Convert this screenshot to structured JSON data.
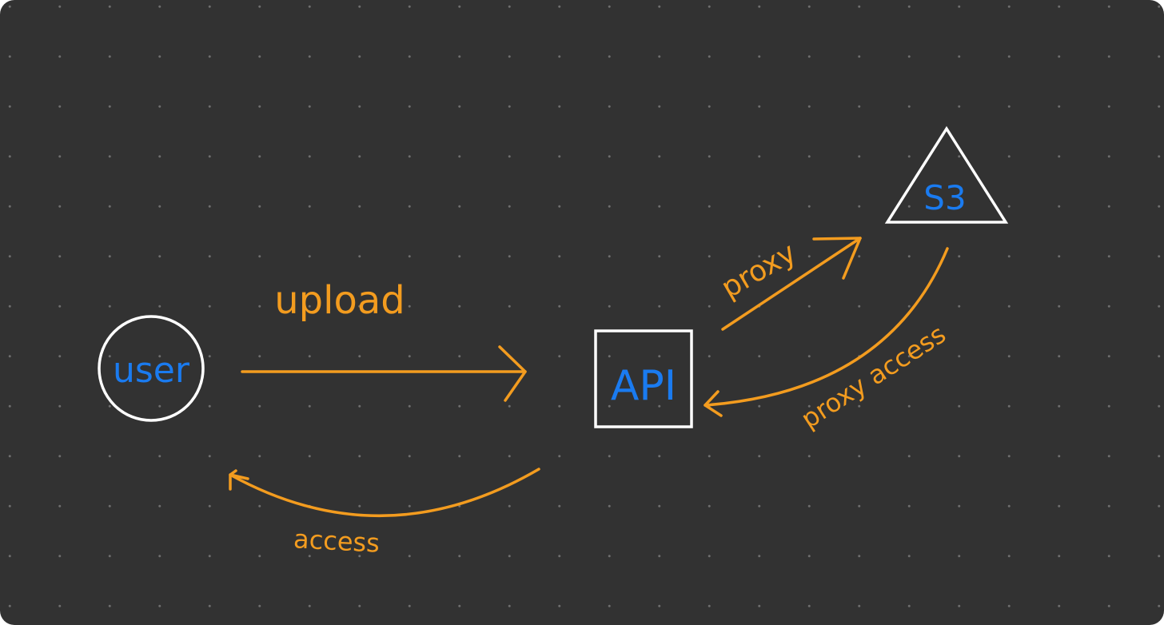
{
  "colors": {
    "background": "#323232",
    "grid_dot": "#6f6f6f",
    "shape_stroke": "#ffffff",
    "node_label": "#1a7bf0",
    "arrow": "#f39c1f"
  },
  "nodes": {
    "user": {
      "label": "user",
      "shape": "circle"
    },
    "api": {
      "label": "API",
      "shape": "square"
    },
    "s3": {
      "label": "S3",
      "shape": "triangle"
    }
  },
  "edges": {
    "upload": {
      "label": "upload",
      "from": "user",
      "to": "api"
    },
    "access": {
      "label": "access",
      "from": "api",
      "to": "user"
    },
    "proxy": {
      "label": "proxy",
      "from": "api",
      "to": "s3"
    },
    "proxy_access": {
      "label": "proxy access",
      "from": "s3",
      "to": "api"
    }
  }
}
